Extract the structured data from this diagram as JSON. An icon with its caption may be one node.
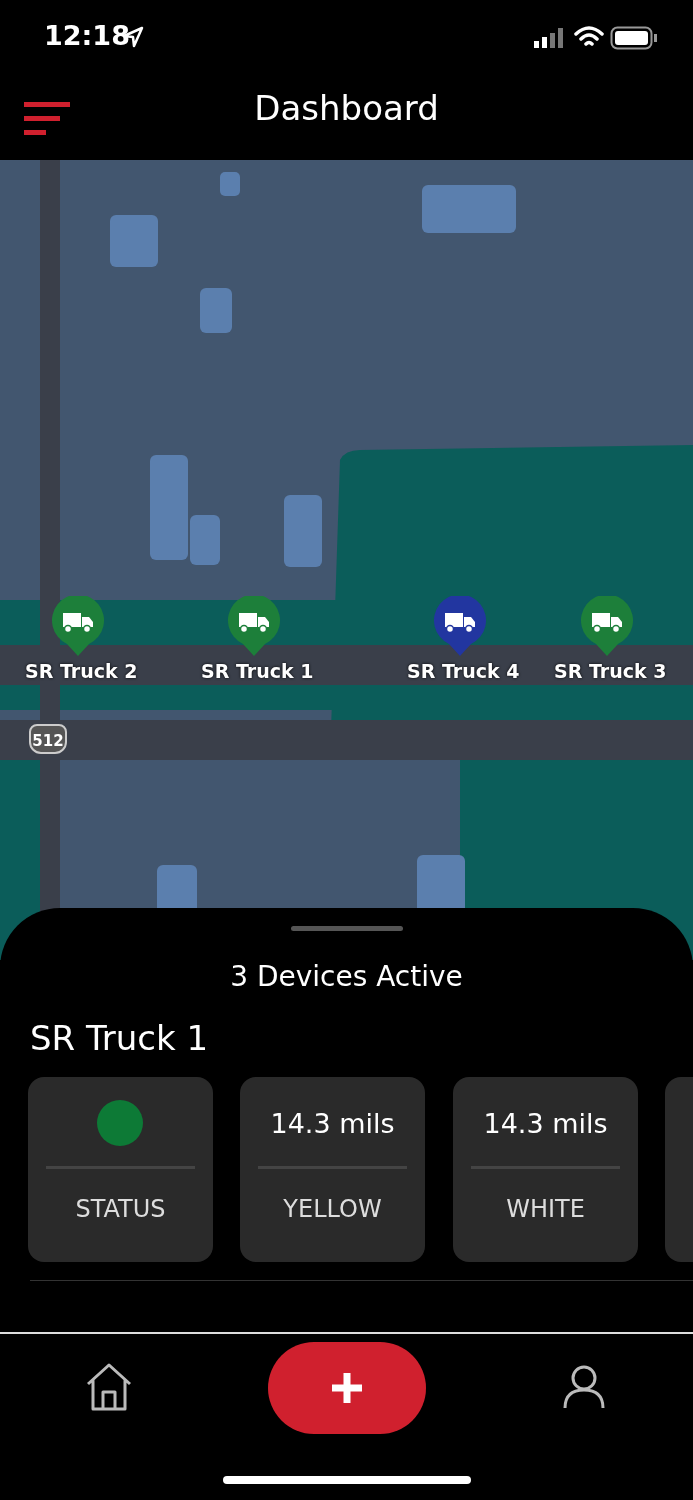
{
  "diagram": {
    "title": "Dashboard",
    "nodes": [
      {
        "text": [],
        "shape": "box"
      }
    ],
    "labels": [
      "12:18",
      "SR Truck 2",
      "SR Truck 1",
      "SR Truck 4",
      "SR Truck 3",
      "512",
      "3 Devices Active",
      "SR Truck 1",
      "14.3 mils",
      "14.3 mils",
      "STATUS",
      "YELLOW",
      "WHITE"
    ]
  }
}
